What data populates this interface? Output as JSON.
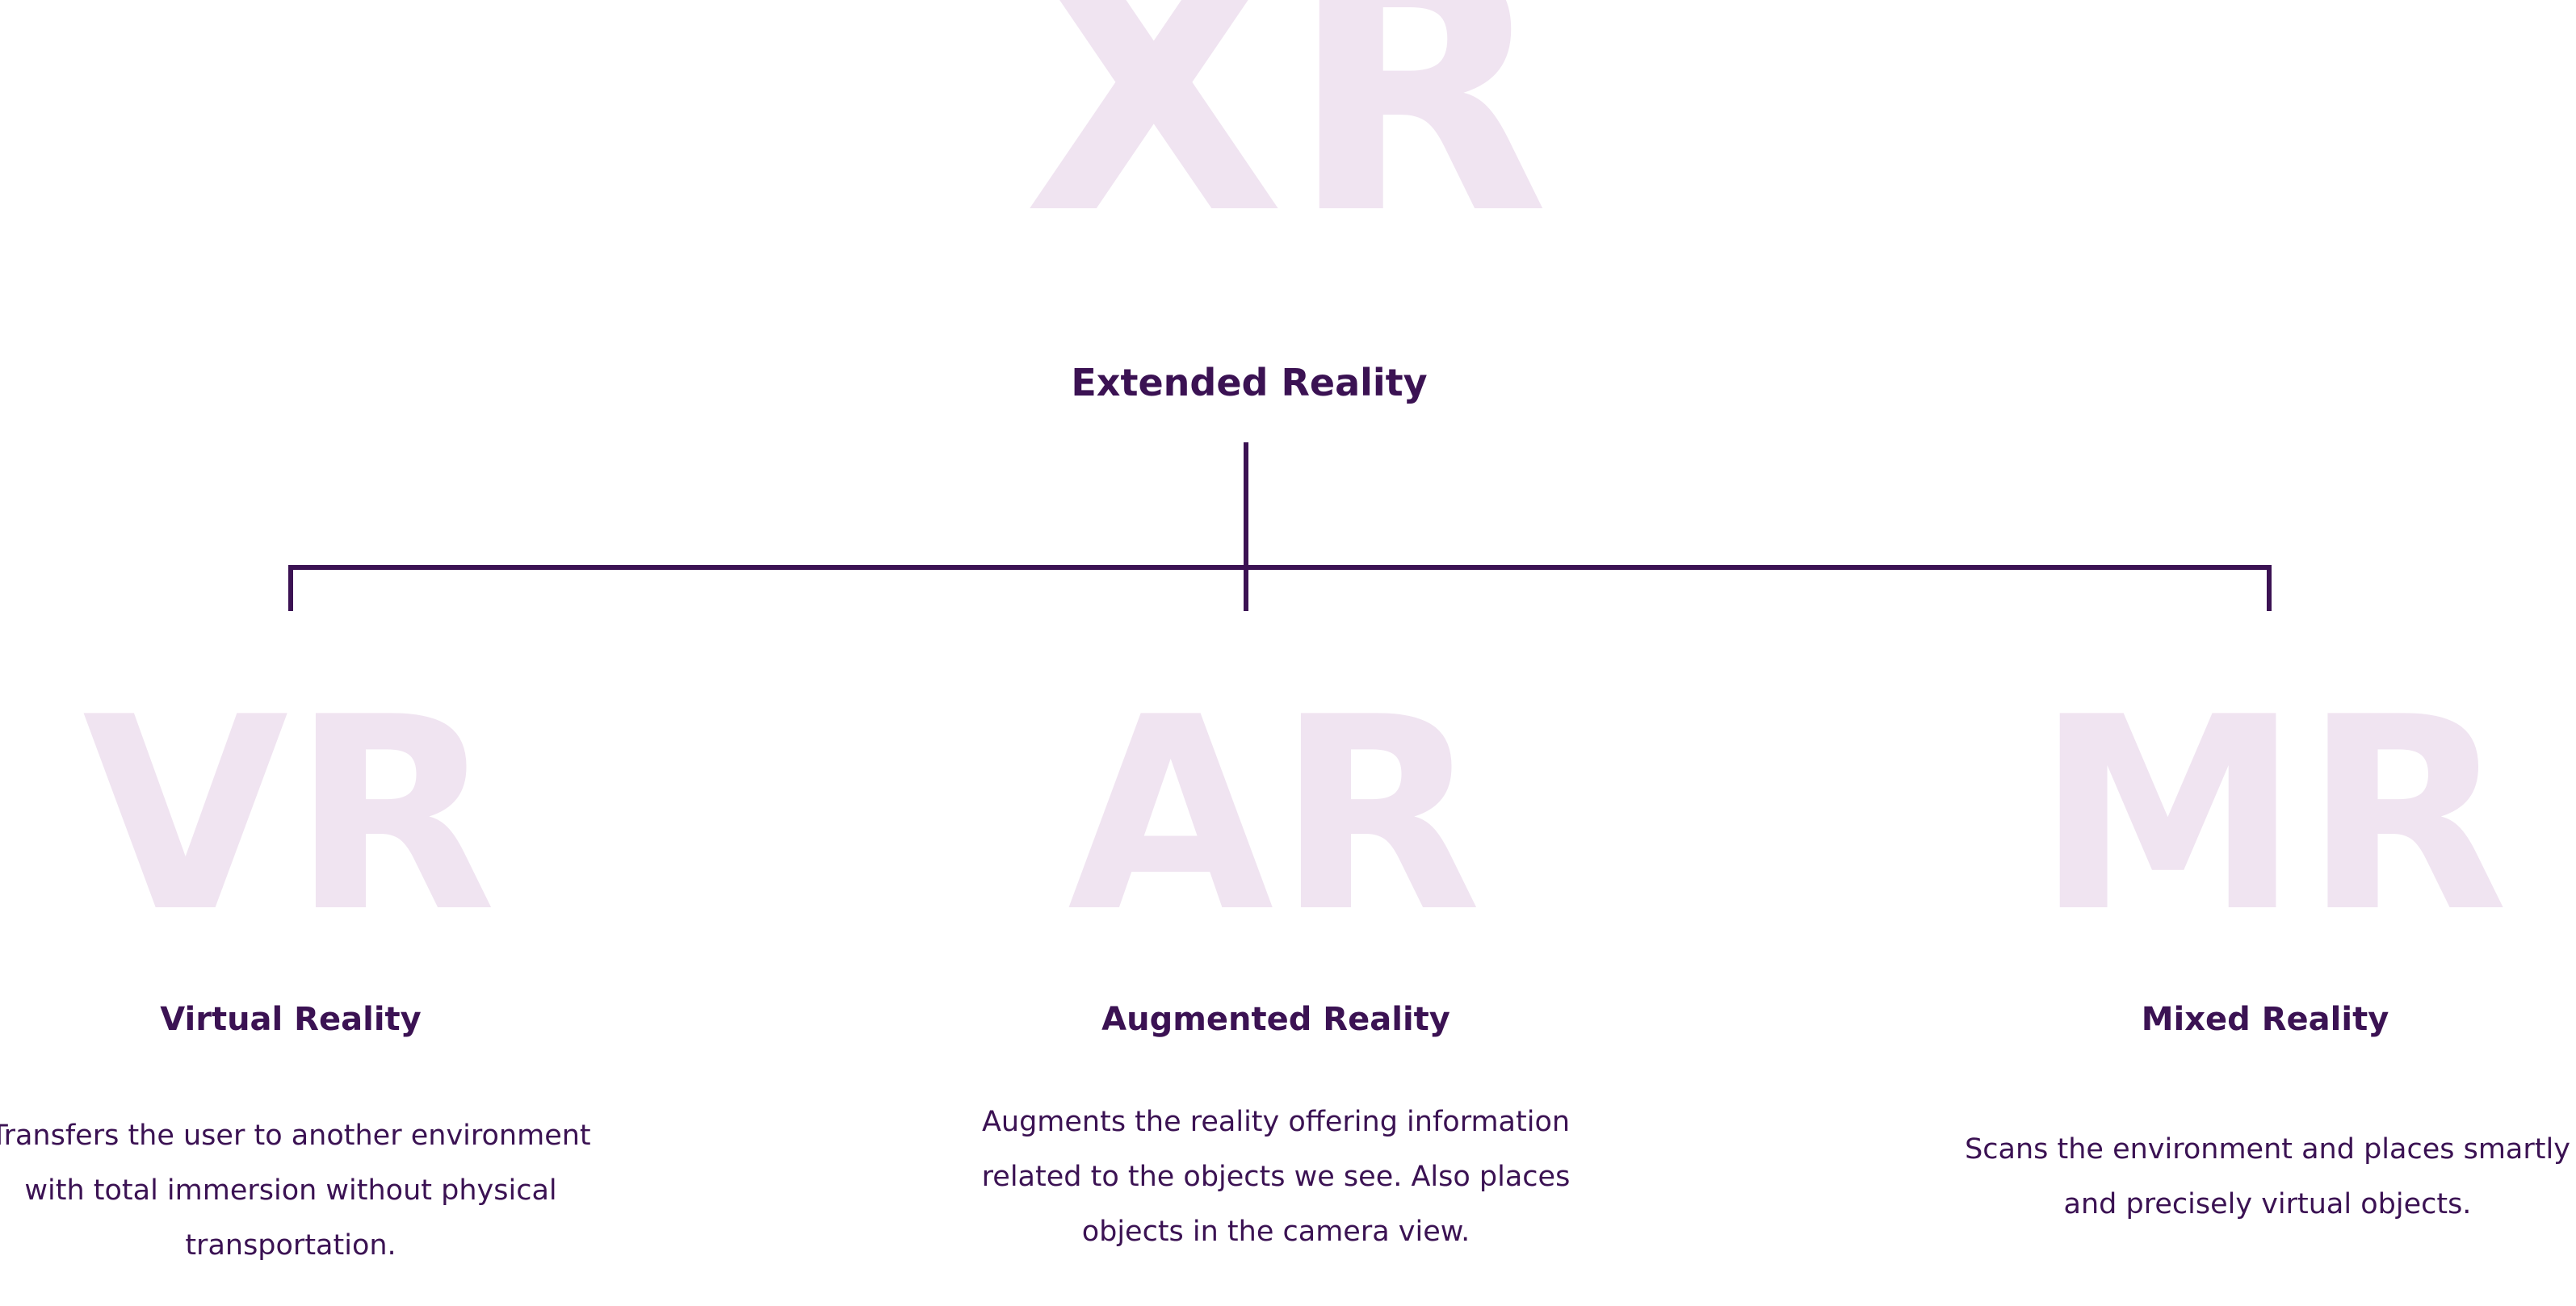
{
  "diagram": {
    "background_color": "#ffffff",
    "accent_color": "#3b1253",
    "watermark_color": "#f0e4f1",
    "root": {
      "watermark": "XR",
      "title": "Extended Reality"
    },
    "children": [
      {
        "watermark": "VR",
        "title": "Virtual Reality",
        "description": "Transfers the user to another environment with total immersion without physical transportation."
      },
      {
        "watermark": "AR",
        "title": "Augmented Reality",
        "description": "Augments the reality offering information related to the objects we see. Also places objects in the camera view."
      },
      {
        "watermark": "MR",
        "title": "Mixed Reality",
        "description": "Scans the environment and places smartly and precisely virtual objects."
      }
    ]
  }
}
